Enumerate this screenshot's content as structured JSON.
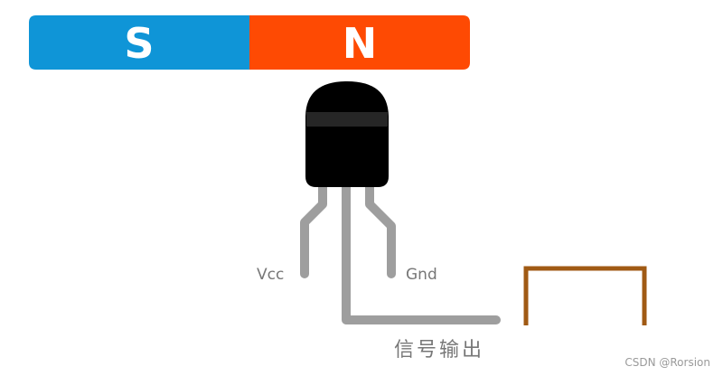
{
  "magnet": {
    "south_label": "S",
    "north_label": "N",
    "south_color": "#0F95D7",
    "north_color": "#FE4A03"
  },
  "sensor": {
    "body_color": "#000000",
    "lead_color": "#9E9E9E"
  },
  "pins": {
    "vcc_label": "Vcc",
    "gnd_label": "Gnd",
    "signal_label": "信号输出"
  },
  "waveform": {
    "color": "#A05A14"
  },
  "watermark": "CSDN @Rorsion"
}
